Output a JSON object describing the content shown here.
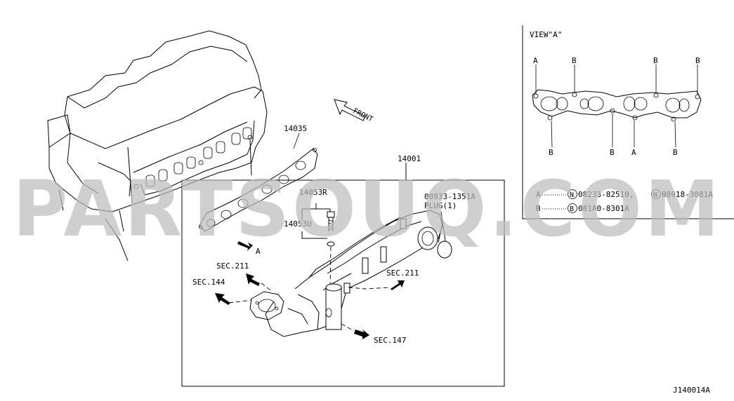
{
  "diagram_id": "J140014A",
  "watermark": "PARTSOUQ.COM",
  "front_label": "FRONT",
  "view_a": {
    "title": "VIEW\"A\"",
    "markers_top": [
      "A",
      "B",
      "B",
      "B"
    ],
    "markers_bottom": [
      "B",
      "B",
      "A",
      "B"
    ],
    "legend": [
      {
        "key": "A",
        "circle1": "N",
        "part1": "08233-82510,",
        "circle2": "N",
        "part2": "08918-3081A"
      },
      {
        "key": "B",
        "circle1": "B",
        "part1": "081A0-8301A"
      }
    ]
  },
  "parts": {
    "p14035": "14035",
    "p14001": "14001",
    "p14053R": "14053R",
    "p14053U": "14053U",
    "plug_part": "00933-1351A",
    "plug_name": "PLUG(1)"
  },
  "refs": {
    "a": "A",
    "sec211_left": "SEC.211",
    "sec144": "SEC.144",
    "sec211_right": "SEC.211",
    "sec147": "SEC.147"
  },
  "colors": {
    "line": "#000000",
    "watermark": "#bdbdbd",
    "background": "#ffffff"
  }
}
